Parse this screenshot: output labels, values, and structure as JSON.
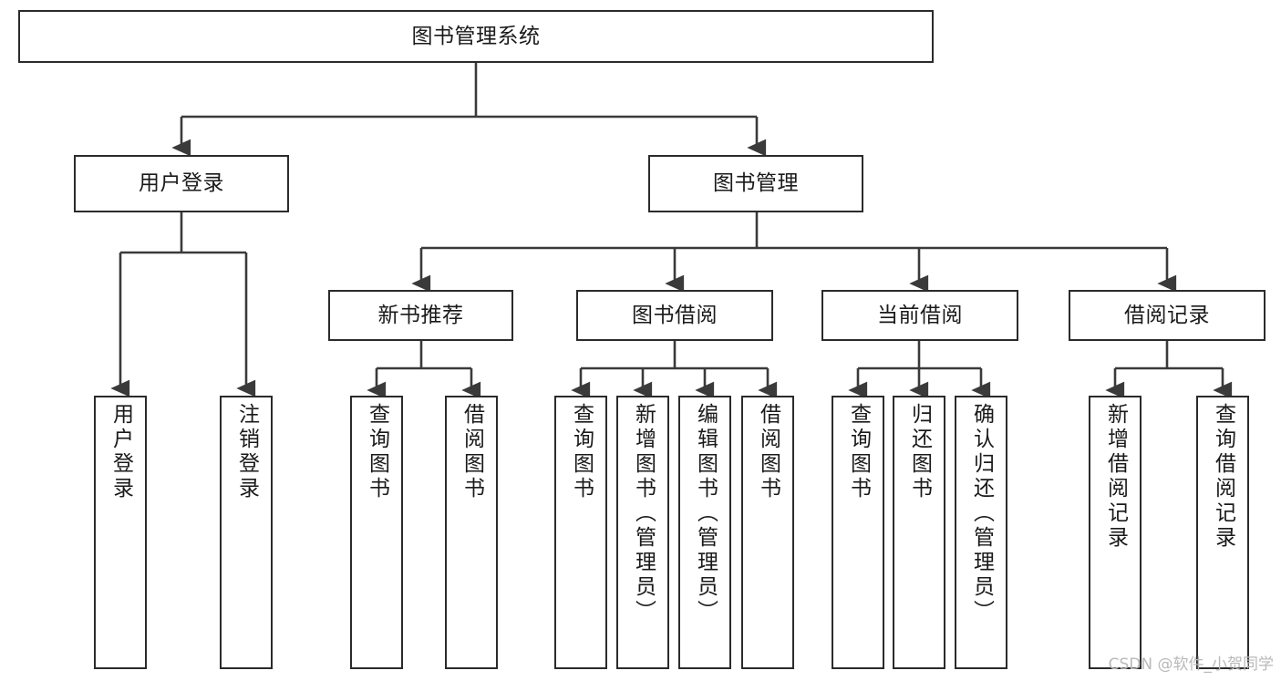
{
  "diagram": {
    "type": "tree",
    "title": "图书管理系统",
    "orientation": "top-down",
    "background_color": "#ffffff",
    "node_border_color": "#2b2b2b",
    "edge_color": "#3a3a3a",
    "text_color": "#1a1a1a"
  },
  "nodes": {
    "root": {
      "label": "图书管理系统",
      "level": 0
    },
    "level1": [
      {
        "id": "user-login",
        "label": "用户登录"
      },
      {
        "id": "book-manage",
        "label": "图书管理"
      }
    ],
    "level2": [
      {
        "id": "new-book-recommend",
        "label": "新书推荐",
        "parent": "book-manage"
      },
      {
        "id": "book-borrow",
        "label": "图书借阅",
        "parent": "book-manage"
      },
      {
        "id": "current-borrow",
        "label": "当前借阅",
        "parent": "book-manage"
      },
      {
        "id": "borrow-record",
        "label": "借阅记录",
        "parent": "book-manage"
      }
    ],
    "leaves": [
      {
        "id": "leaf-user-login",
        "label": "用户登录",
        "parent": "user-login"
      },
      {
        "id": "leaf-logout",
        "label": "注销登录",
        "parent": "user-login"
      },
      {
        "id": "leaf-query-book-1",
        "label": "查询图书",
        "parent": "new-book-recommend"
      },
      {
        "id": "leaf-borrow-book-1",
        "label": "借阅图书",
        "parent": "new-book-recommend"
      },
      {
        "id": "leaf-query-book-2",
        "label": "查询图书",
        "parent": "book-borrow"
      },
      {
        "id": "leaf-add-book",
        "label": "新增图书（管理员）",
        "parent": "book-borrow"
      },
      {
        "id": "leaf-edit-book",
        "label": "编辑图书（管理员）",
        "parent": "book-borrow"
      },
      {
        "id": "leaf-borrow-book-2",
        "label": "借阅图书",
        "parent": "book-borrow"
      },
      {
        "id": "leaf-query-book-3",
        "label": "查询图书",
        "parent": "current-borrow"
      },
      {
        "id": "leaf-return-book",
        "label": "归还图书",
        "parent": "current-borrow"
      },
      {
        "id": "leaf-confirm-return",
        "label": "确认归还（管理员）",
        "parent": "current-borrow"
      },
      {
        "id": "leaf-add-record",
        "label": "新增借阅记录",
        "parent": "borrow-record"
      },
      {
        "id": "leaf-query-record",
        "label": "查询借阅记录",
        "parent": "borrow-record"
      }
    ]
  },
  "watermark": {
    "text": "CSDN @软件_小贺同学"
  }
}
